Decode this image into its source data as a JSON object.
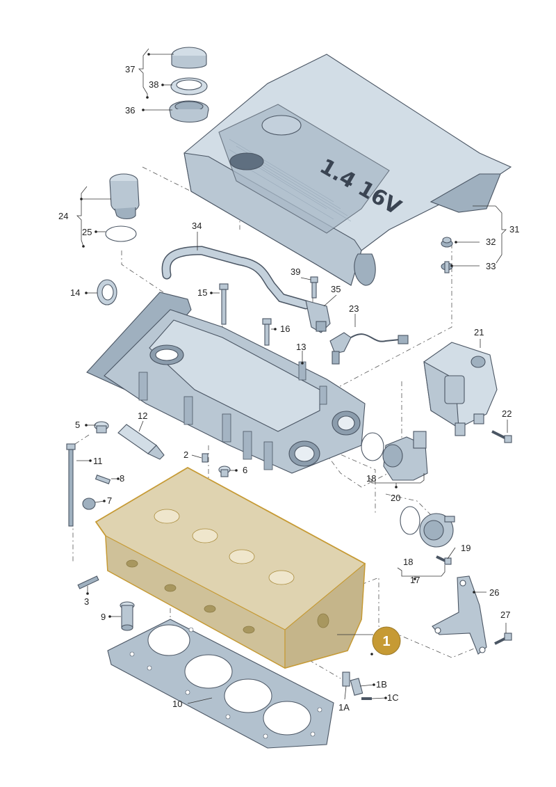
{
  "emblem": "1.4 16V",
  "highlight_color": "#c69a34",
  "part_color": "#b9c7d3",
  "badge": {
    "label": "1",
    "color": "#c69a34"
  },
  "callouts": {
    "c37": "37",
    "c38": "38",
    "c36": "36",
    "c24": "24",
    "c25": "25",
    "c34": "34",
    "c31": "31",
    "c32": "32",
    "c33": "33",
    "c39": "39",
    "c35": "35",
    "c14": "14",
    "c15": "15",
    "c16": "16",
    "c13": "13",
    "c23": "23",
    "c21": "21",
    "c22": "22",
    "c5": "5",
    "c12": "12",
    "c11": "11",
    "c2": "2",
    "c6": "6",
    "c8": "8",
    "c7": "7",
    "c18a": "18",
    "c20": "20",
    "c18b": "18",
    "c17": "17",
    "c19": "19",
    "c26": "26",
    "c27": "27",
    "c3": "3",
    "c9": "9",
    "c10": "10",
    "c1A": "1A",
    "c1B": "1B",
    "c1C": "1C"
  }
}
